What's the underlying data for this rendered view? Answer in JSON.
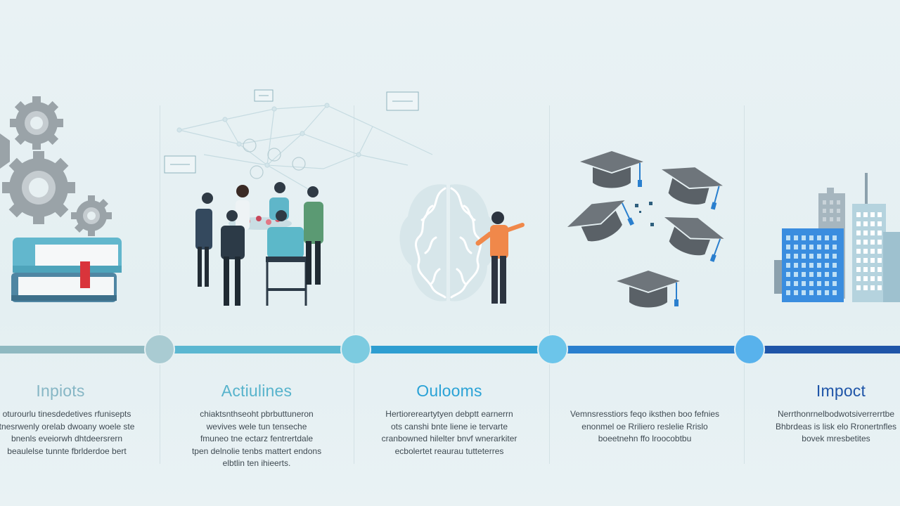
{
  "colors": {
    "background": "#e7f1f3",
    "stage1": "#8fb9c1",
    "stage2": "#5bb7d1",
    "stage3": "#2e9ed1",
    "stage4": "#2a7fce",
    "stage5": "#1f55a8"
  },
  "stages": [
    {
      "title": "Inpiots",
      "icons": [
        "gears-icon",
        "books-icon"
      ],
      "desc": [
        "oturourlu tinesdedetives rfunisepts",
        "tnesrwenly orelab dwoany woele ste",
        "bnenls eveiorwh dhtdeersrern",
        "beaulelse tunnte fbrlderdoe bert"
      ]
    },
    {
      "title": "Actiulines",
      "icons": [
        "people-meeting-icon",
        "network-icon"
      ],
      "desc": [
        "chiaktsnthseoht pbrbuttuneron",
        "wevives wele tun tenseche",
        "fmuneo tne ectarz fentrertdale",
        "tpen delnolie tenbs mattert endons",
        "elbtlin ten ihieerts."
      ]
    },
    {
      "title": "Oulooms",
      "icons": [
        "brain-icon",
        "person-icon"
      ],
      "desc": [
        "Hertiorereartytyen debptt earnerrn",
        "ots canshi bnte liene ie tervarte",
        "cranbowned hilelter bnvf wnerarkiter",
        "ecbolertet reaurau tutteterres"
      ]
    },
    {
      "title": "",
      "icons": [
        "graduation-cap-icon"
      ],
      "desc": [
        "Vemnsresstiors feqo iksthen boo fefnies",
        "enonmel oe Rriliero reslelie Rrislo",
        "boeetnehn ffo lroocobtbu"
      ]
    },
    {
      "title": "Impoct",
      "icons": [
        "city-buildings-icon"
      ],
      "desc": [
        "Nerrthonrnelbodwotsiverrerrtbe",
        "Bhbrdeas is lisk elo Rronertnfles",
        "bovek mresbetites"
      ]
    }
  ],
  "tags": [
    "icon-tag",
    "label-tag",
    "label-tag"
  ]
}
